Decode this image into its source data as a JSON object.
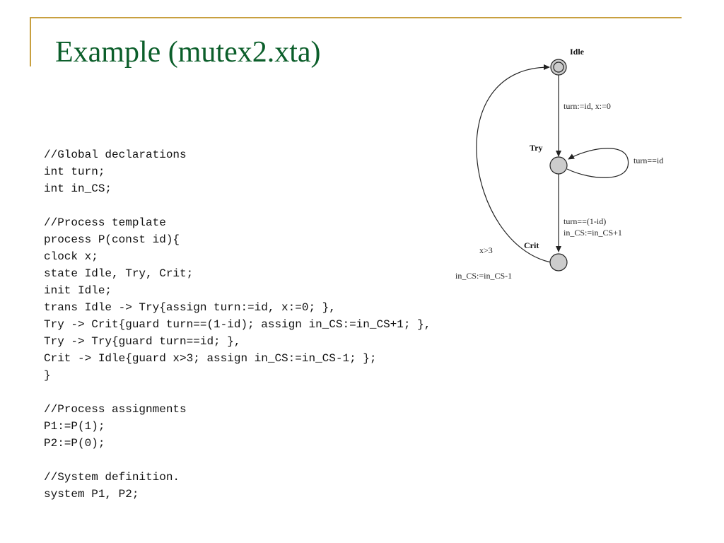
{
  "slide": {
    "title": "Example (mutex2.xta)",
    "code_lines": [
      "//Global declarations",
      "int turn;",
      "int in_CS;",
      "",
      "//Process template",
      "process P(const id){",
      "clock x;",
      "state Idle, Try, Crit;",
      "init Idle;",
      "trans Idle -> Try{assign turn:=id, x:=0; },",
      "Try -> Crit{guard turn==(1-id); assign in_CS:=in_CS+1; },",
      "Try -> Try{guard turn==id; },",
      "Crit -> Idle{guard x>3; assign in_CS:=in_CS-1; };",
      "}",
      "",
      "//Process assignments",
      "P1:=P(1);",
      "P2:=P(0);",
      "",
      "//System definition.",
      "system P1, P2;"
    ]
  },
  "automaton": {
    "states": {
      "idle": "Idle",
      "try": "Try",
      "crit": "Crit"
    },
    "transitions": {
      "idle_to_try": "turn:=id, x:=0",
      "try_self_loop": "turn==id",
      "try_to_crit_guard": "turn==(1-id)",
      "try_to_crit_assign": "in_CS:=in_CS+1",
      "crit_to_idle_guard": "x>3",
      "crit_to_idle_assign": "in_CS:=in_CS-1"
    }
  },
  "colors": {
    "title": "#0b5e2a",
    "frame": "#c8a040",
    "state_fill": "#cccccc"
  }
}
